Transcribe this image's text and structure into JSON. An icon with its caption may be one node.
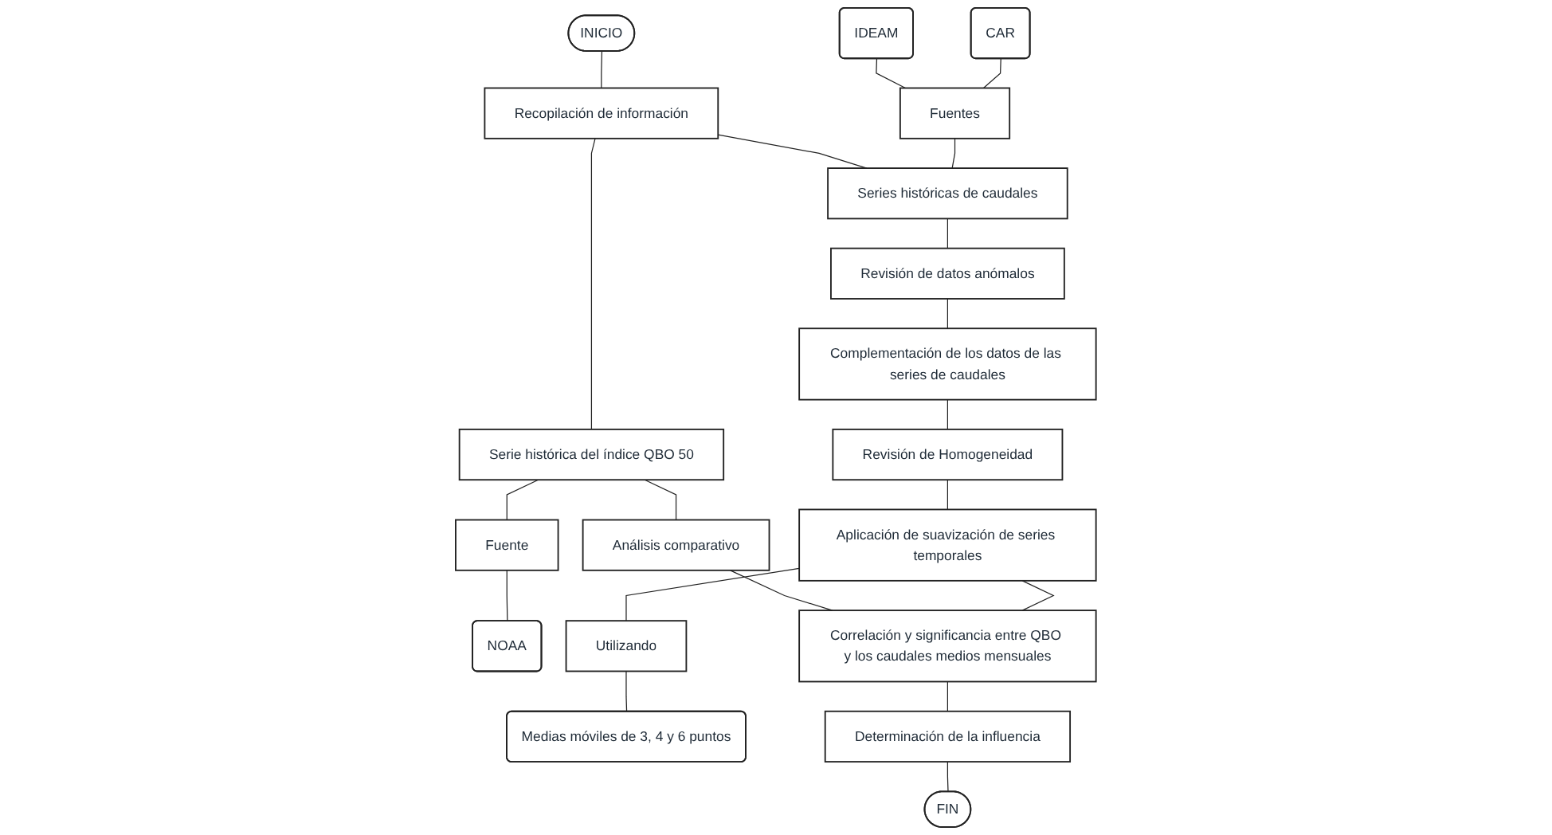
{
  "diagram": {
    "nodes": [
      {
        "text": [
          "INICIO"
        ]
      },
      {
        "text": [
          "Recopilación de información"
        ]
      },
      {
        "text": [
          "IDEAM"
        ]
      },
      {
        "text": [
          "CAR"
        ]
      },
      {
        "text": [
          "Fuentes"
        ]
      },
      {
        "text": [
          "Series históricas de caudales"
        ]
      },
      {
        "text": [
          "Serie histórica del índice QBO 50"
        ]
      },
      {
        "text": [
          "Fuente"
        ]
      },
      {
        "text": [
          "NOAA"
        ]
      },
      {
        "text": [
          "Revisión de datos anómalos"
        ]
      },
      {
        "text": [
          "Complementación de los datos de las series de caudales"
        ]
      },
      {
        "text": [
          "Análisis comparativo"
        ]
      },
      {
        "text": [
          "Revisión de Homogeneidad"
        ]
      },
      {
        "text": [
          "Aplicación de suavización de series temporales"
        ]
      },
      {
        "text": [
          "Correlación y significancia entre QBO y los caudales medios mensuales"
        ]
      },
      {
        "text": [
          "Utilizando"
        ]
      },
      {
        "text": [
          "Medias móviles de 3, 4 y 6 puntos"
        ]
      },
      {
        "text": [
          "Determinación de la influencia"
        ]
      },
      {
        "text": [
          "FIN"
        ]
      }
    ],
    "edges": [
      {
        "from": 0,
        "to": 1,
        "arrow": "none"
      },
      {
        "from": 1,
        "to": 5,
        "arrow": "none"
      },
      {
        "from": 1,
        "to": 6,
        "arrow": "none"
      },
      {
        "from": 2,
        "to": 4,
        "arrow": "none"
      },
      {
        "from": 3,
        "to": 4,
        "arrow": "none"
      },
      {
        "from": 4,
        "to": 5,
        "arrow": "none"
      },
      {
        "from": 6,
        "to": 7,
        "arrow": "none"
      },
      {
        "from": 7,
        "to": 8,
        "arrow": "none"
      },
      {
        "from": 5,
        "to": 9,
        "arrow": "none"
      },
      {
        "from": 9,
        "to": 10,
        "arrow": "none"
      },
      {
        "from": 10,
        "to": 12,
        "arrow": "none"
      },
      {
        "from": 12,
        "to": 13,
        "arrow": "none"
      },
      {
        "from": 13,
        "to": 15,
        "arrow": "none"
      },
      {
        "from": 15,
        "to": 16,
        "arrow": "none"
      },
      {
        "from": 6,
        "to": 11,
        "arrow": "none"
      },
      {
        "from": 11,
        "to": 14,
        "arrow": "none"
      },
      {
        "from": 13,
        "to": 14,
        "arrow": "none"
      },
      {
        "from": 14,
        "to": 17,
        "arrow": "none"
      },
      {
        "from": 17,
        "to": 18,
        "arrow": "none"
      }
    ]
  }
}
